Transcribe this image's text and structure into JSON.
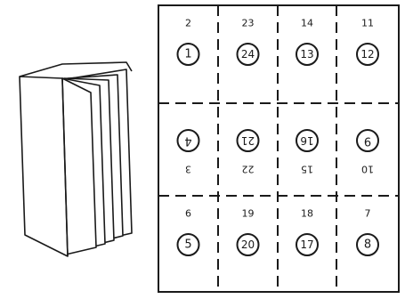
{
  "booklet": {
    "icon": "folded-booklet-illustration"
  },
  "sheet": {
    "rows": [
      [
        {
          "outer": "2",
          "circled": "1",
          "inverted": false
        },
        {
          "outer": "23",
          "circled": "24",
          "inverted": false
        },
        {
          "outer": "14",
          "circled": "13",
          "inverted": false
        },
        {
          "outer": "11",
          "circled": "12",
          "inverted": false
        }
      ],
      [
        {
          "outer": "3",
          "circled": "4",
          "inverted": true
        },
        {
          "outer": "22",
          "circled": "21",
          "inverted": true
        },
        {
          "outer": "15",
          "circled": "16",
          "inverted": true
        },
        {
          "outer": "10",
          "circled": "9",
          "inverted": true
        }
      ],
      [
        {
          "outer": "6",
          "circled": "5",
          "inverted": false
        },
        {
          "outer": "19",
          "circled": "20",
          "inverted": false
        },
        {
          "outer": "18",
          "circled": "17",
          "inverted": false
        },
        {
          "outer": "7",
          "circled": "8",
          "inverted": false
        }
      ]
    ]
  }
}
